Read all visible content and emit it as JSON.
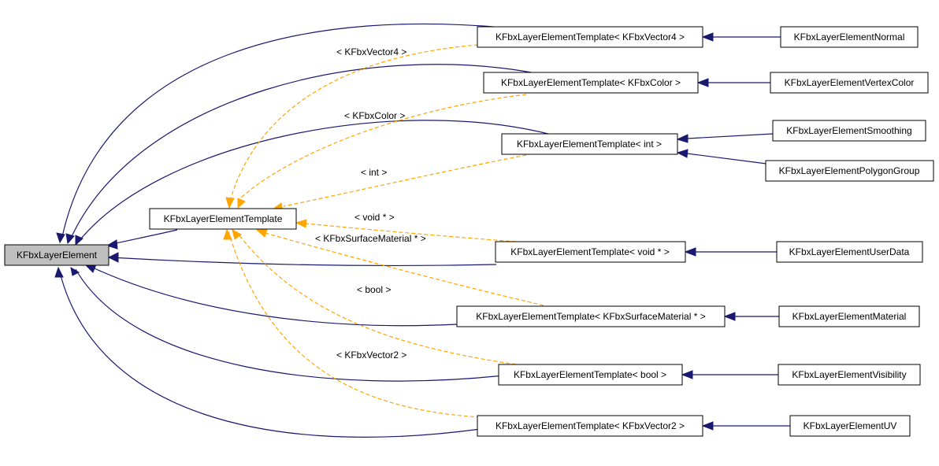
{
  "colors": {
    "inheritance_edge": "#191970",
    "template_edge": "#ffa500",
    "root_fill": "#bfbfbf",
    "node_fill": "#ffffff"
  },
  "nodes": {
    "root": "KFbxLayerElement",
    "template": "KFbxLayerElementTemplate",
    "tpl_vector4": "KFbxLayerElementTemplate< KFbxVector4 >",
    "tpl_color": "KFbxLayerElementTemplate< KFbxColor >",
    "tpl_int": "KFbxLayerElementTemplate< int >",
    "tpl_void": "KFbxLayerElementTemplate< void * >",
    "tpl_material": "KFbxLayerElementTemplate< KFbxSurfaceMaterial * >",
    "tpl_bool": "KFbxLayerElementTemplate< bool >",
    "tpl_vector2": "KFbxLayerElementTemplate< KFbxVector2 >",
    "normal": "KFbxLayerElementNormal",
    "vertex_color": "KFbxLayerElementVertexColor",
    "smoothing": "KFbxLayerElementSmoothing",
    "polygon_group": "KFbxLayerElementPolygonGroup",
    "user_data": "KFbxLayerElementUserData",
    "material": "KFbxLayerElementMaterial",
    "visibility": "KFbxLayerElementVisibility",
    "uv": "KFbxLayerElementUV"
  },
  "edge_labels": {
    "vector4": "< KFbxVector4 >",
    "color": "< KFbxColor >",
    "int": "< int >",
    "void": "< void * >",
    "material": "< KFbxSurfaceMaterial * >",
    "bool": "< bool >",
    "vector2": "< KFbxVector2 >"
  }
}
